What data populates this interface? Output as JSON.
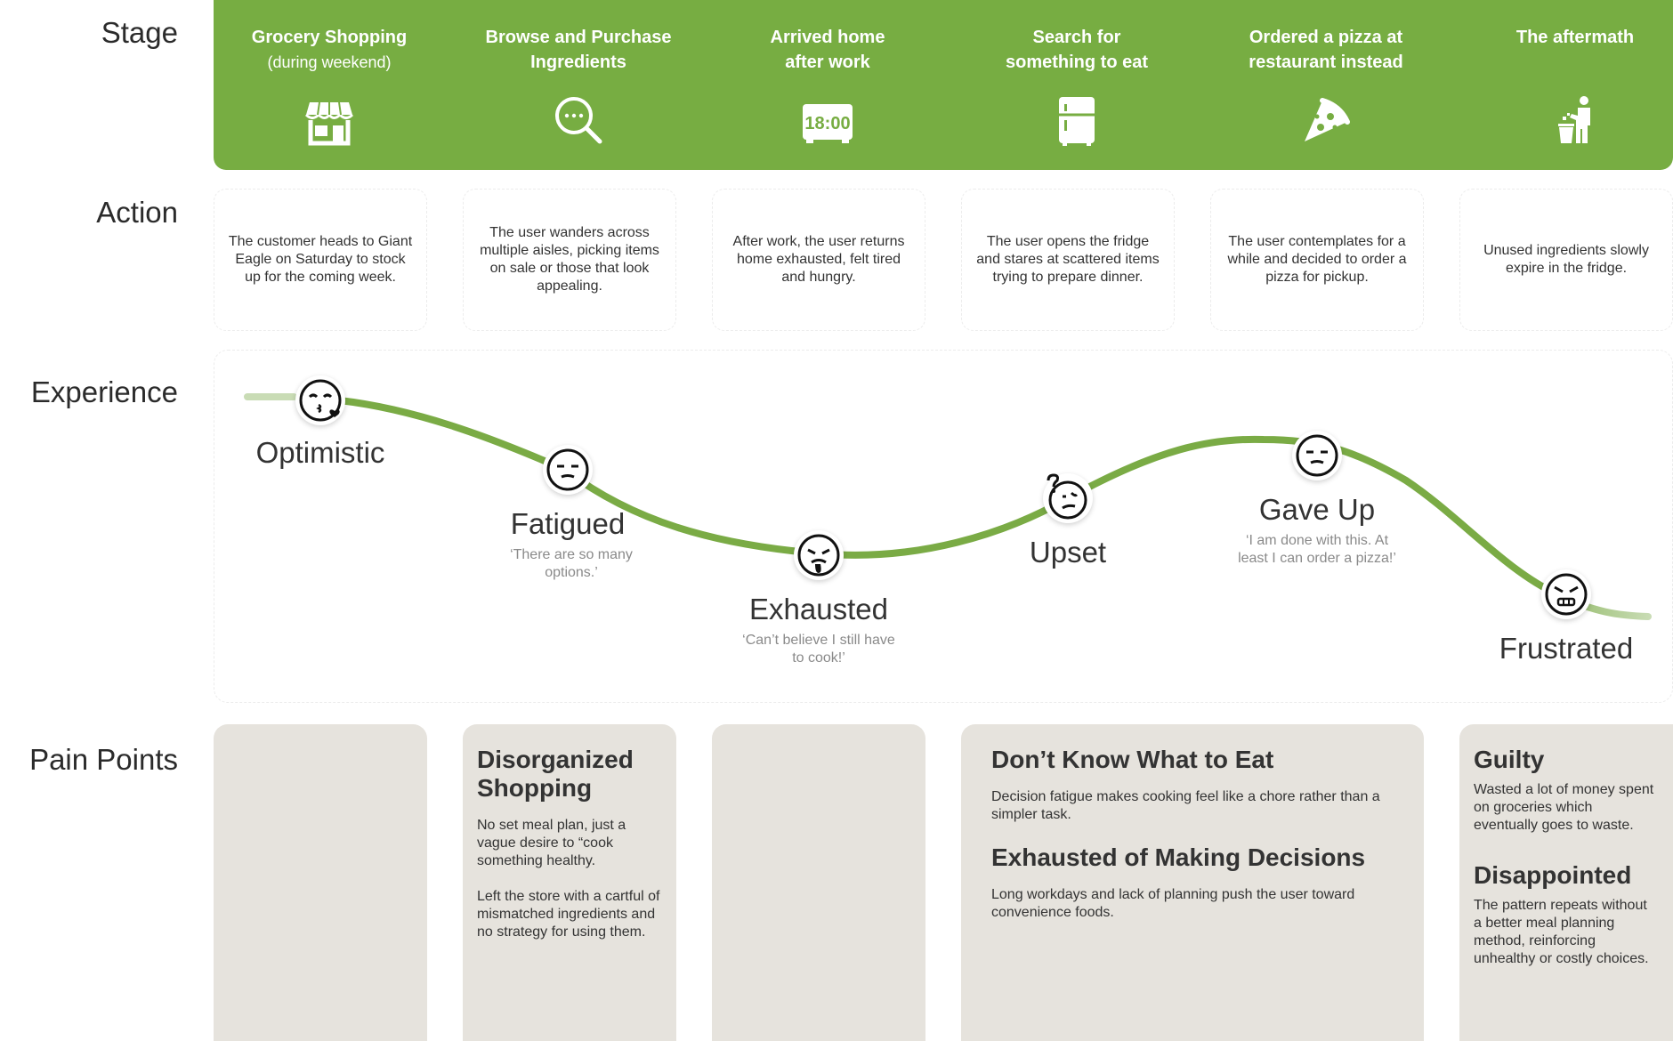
{
  "rows": {
    "stage": "Stage",
    "action": "Action",
    "experience": "Experience",
    "pain_points": "Pain Points"
  },
  "stages": [
    {
      "title": "Grocery Shopping",
      "subtitle": "(during weekend)",
      "icon": "storefront-icon"
    },
    {
      "title": "Browse and Purchase Ingredients",
      "subtitle": "",
      "icon": "magnifier-icon"
    },
    {
      "title": "Arrived home after work",
      "subtitle": "",
      "icon": "clock-18-00-icon",
      "icon_text": "18:00"
    },
    {
      "title": "Search for something to eat",
      "subtitle": "",
      "icon": "fridge-icon"
    },
    {
      "title": "Ordered a pizza at restaurant instead",
      "subtitle": "",
      "icon": "pizza-slice-icon"
    },
    {
      "title": "The aftermath",
      "subtitle": "",
      "icon": "trash-disposal-icon"
    }
  ],
  "actions": [
    "The customer heads to Giant Eagle on Saturday to stock up for the coming week.",
    "The user wanders across multiple aisles, picking items on sale or those that look appealing.",
    "After work, the user returns home exhausted, felt tired and hungry.",
    "The user opens the fridge and stares at scattered items trying to prepare dinner.",
    "The user contemplates for a while and decided to order a pizza for pickup.",
    "Unused ingredients slowly expire in the fridge."
  ],
  "emotions": [
    {
      "label": "Optimistic",
      "quote": "",
      "face": "kissing-face-icon"
    },
    {
      "label": "Fatigued",
      "quote": "‘There are so many options.’",
      "face": "unamused-face-icon"
    },
    {
      "label": "Exhausted",
      "quote": "‘Can’t believe I still have to cook!’",
      "face": "drooling-face-icon"
    },
    {
      "label": "Upset",
      "quote": "",
      "face": "confused-face-icon"
    },
    {
      "label": "Gave Up",
      "quote": "‘I am done with this. At least I can order a pizza!’",
      "face": "unamused-face-icon"
    },
    {
      "label": "Frustrated",
      "quote": "",
      "face": "angry-face-icon"
    }
  ],
  "pain_points": [
    {
      "items": []
    },
    {
      "items": [
        {
          "title": "Disorganized Shopping",
          "body": [
            "No set meal plan, just a vague desire to “cook something healthy.",
            "Left the store with a cartful of mismatched ingredients and no strategy for using them."
          ]
        }
      ]
    },
    {
      "items": []
    },
    {
      "items": [
        {
          "title": "Don’t Know What to Eat",
          "body": [
            "Decision fatigue makes cooking feel like a chore rather than a simpler task."
          ]
        },
        {
          "title": "Exhausted of Making Decisions",
          "body": [
            "Long workdays and lack of planning push the user toward convenience foods."
          ]
        }
      ]
    },
    {
      "items": [
        {
          "title": "Guilty",
          "body": [
            "Wasted a lot of money spent on groceries which eventually goes to waste."
          ]
        },
        {
          "title": "Disappointed",
          "body": [
            "The pattern repeats without a better meal planning method, reinforcing unhealthy or costly choices."
          ]
        }
      ]
    }
  ],
  "colors": {
    "stage_band": "#77ad42",
    "curve": "#7aab45",
    "curve_fade": "#c9dcb5",
    "pain_card": "#e6e3dd"
  }
}
